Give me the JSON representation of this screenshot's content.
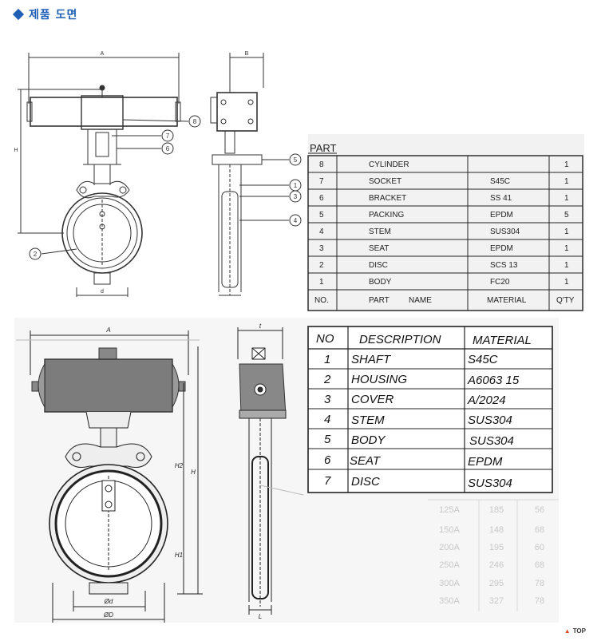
{
  "header": {
    "title": "제품 도면"
  },
  "drawing1": {
    "dims": {
      "a": "A",
      "b": "B",
      "h": "H",
      "d": "d"
    },
    "callouts": [
      "8",
      "7",
      "6",
      "2",
      "5",
      "1",
      "3",
      "4"
    ]
  },
  "table1": {
    "title": "PART",
    "headers": {
      "no": "NO.",
      "name_a": "PART",
      "name_b": "NAME",
      "material": "MATERIAL",
      "qty": "Q'TY"
    },
    "rows": [
      {
        "no": "8",
        "name": "CYLINDER",
        "material": "",
        "qty": "1"
      },
      {
        "no": "7",
        "name": "SOCKET",
        "material": "S45C",
        "qty": "1"
      },
      {
        "no": "6",
        "name": "BRACKET",
        "material": "SS 41",
        "qty": "1"
      },
      {
        "no": "5",
        "name": "PACKING",
        "material": "EPDM",
        "qty": "5"
      },
      {
        "no": "4",
        "name": "STEM",
        "material": "SUS304",
        "qty": "1"
      },
      {
        "no": "3",
        "name": "SEAT",
        "material": "EPDM",
        "qty": "1"
      },
      {
        "no": "2",
        "name": "DISC",
        "material": "SCS 13",
        "qty": "1"
      },
      {
        "no": "1",
        "name": "BODY",
        "material": "FC20",
        "qty": "1"
      }
    ]
  },
  "drawing2": {
    "dims": {
      "a": "A",
      "t": "t",
      "h": "H",
      "h1": "H1",
      "h2": "H2",
      "d": "Ød",
      "D": "ØD",
      "l": "L"
    }
  },
  "table2": {
    "headers": {
      "no": "NO",
      "desc": "DESCRIPTION",
      "material": "MATERIAL"
    },
    "rows": [
      {
        "no": "1",
        "desc": "SHAFT",
        "material": "S45C"
      },
      {
        "no": "2",
        "desc": "HOUSING",
        "material": "A6063  15"
      },
      {
        "no": "3",
        "desc": "COVER",
        "material": "A/2024"
      },
      {
        "no": "4",
        "desc": "STEM",
        "material": "SUS304"
      },
      {
        "no": "5",
        "desc": "BODY",
        "material": "SUS304"
      },
      {
        "no": "6",
        "desc": "SEAT",
        "material": "EPDM"
      },
      {
        "no": "7",
        "desc": "DISC",
        "material": "SUS304"
      }
    ]
  },
  "faded_table": {
    "rows": [
      [
        "125A",
        "185",
        "56"
      ],
      [
        "150A",
        "148",
        "68"
      ],
      [
        "200A",
        "195",
        "60"
      ],
      [
        "250A",
        "246",
        "68"
      ],
      [
        "300A",
        "295",
        "78"
      ],
      [
        "350A",
        "327",
        "78"
      ]
    ]
  },
  "nav": {
    "top_label": "TOP"
  }
}
